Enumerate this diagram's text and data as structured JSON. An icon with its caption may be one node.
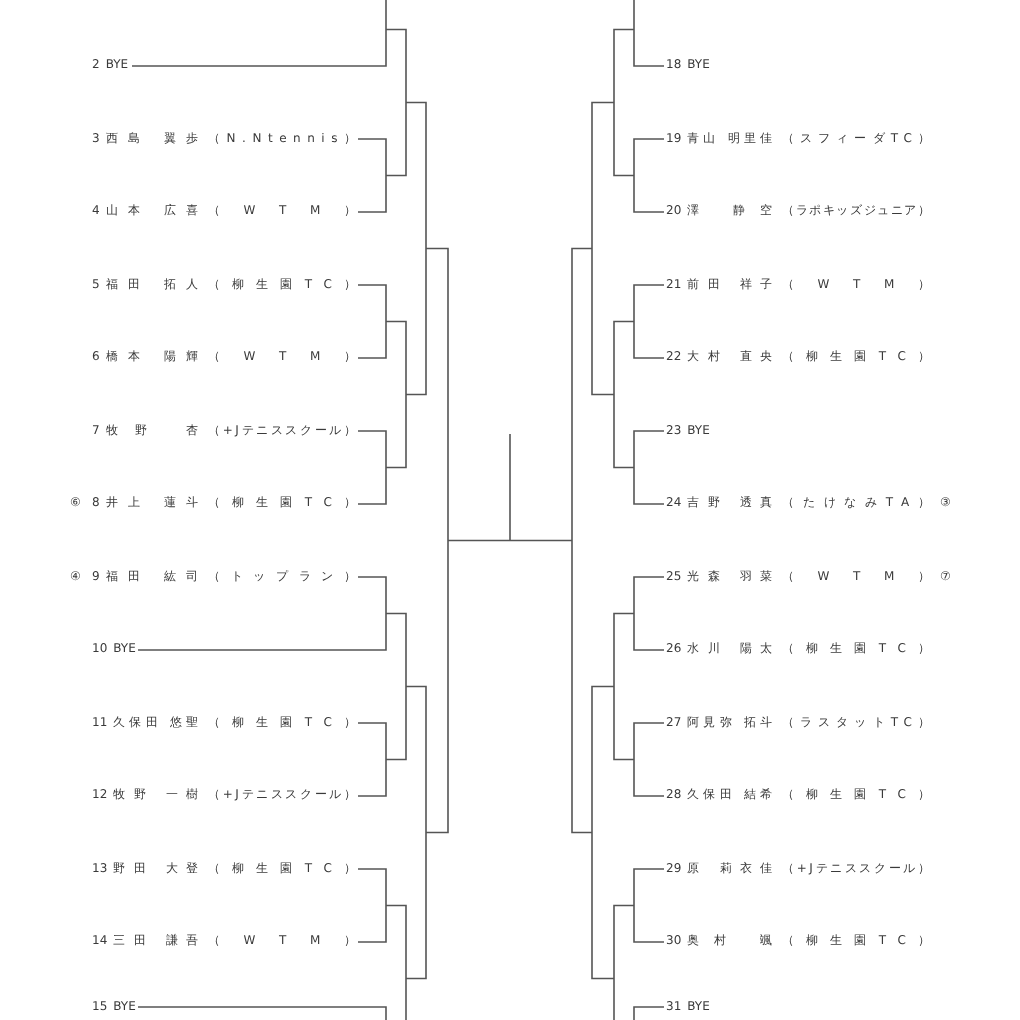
{
  "diagram": {
    "nodes": [
      {
        "text": [
          "2",
          "BYE"
        ]
      },
      {
        "text": [
          "3",
          "西島 翼歩",
          "（N.Ntennis）"
        ]
      },
      {
        "text": [
          "4",
          "山本 広喜",
          "（WTM）"
        ]
      },
      {
        "text": [
          "5",
          "福田 拓人",
          "（柳生園TC）"
        ]
      },
      {
        "text": [
          "6",
          "橋本 陽輝",
          "（WTM）"
        ]
      },
      {
        "text": [
          "7",
          "牧野 杏",
          "（+Jテニススクール）"
        ]
      },
      {
        "text": [
          "8",
          "井上 蓮斗",
          "（柳生園TC）"
        ],
        "beside": [
          "⑥"
        ]
      },
      {
        "text": [
          "9",
          "福田 紘司",
          "（トップラン）"
        ],
        "beside": [
          "④"
        ]
      },
      {
        "text": [
          "10",
          "BYE"
        ]
      },
      {
        "text": [
          "11",
          "久保田 悠聖",
          "（柳生園TC）"
        ]
      },
      {
        "text": [
          "12",
          "牧野 一樹",
          "（+Jテニススクール）"
        ]
      },
      {
        "text": [
          "13",
          "野田 大登",
          "（柳生園TC）"
        ]
      },
      {
        "text": [
          "14",
          "三田 謙吾",
          "（WTM）"
        ]
      },
      {
        "text": [
          "15",
          "BYE"
        ]
      },
      {
        "text": [
          "18",
          "BYE"
        ]
      },
      {
        "text": [
          "19",
          "青山 明里佳",
          "（スフィーダTC）"
        ]
      },
      {
        "text": [
          "20",
          "澤 静空",
          "（ラポキッズジュニア）"
        ]
      },
      {
        "text": [
          "21",
          "前田 祥子",
          "（WTM）"
        ]
      },
      {
        "text": [
          "22",
          "大村 直央",
          "（柳生園TC）"
        ]
      },
      {
        "text": [
          "23",
          "BYE"
        ]
      },
      {
        "text": [
          "24",
          "吉野 透真",
          "（たけなみTA）"
        ],
        "beside": [
          "③"
        ]
      },
      {
        "text": [
          "25",
          "光森 羽菜",
          "（WTM）"
        ],
        "beside": [
          "⑦"
        ]
      },
      {
        "text": [
          "26",
          "水川 陽太",
          "（柳生園TC）"
        ]
      },
      {
        "text": [
          "27",
          "阿見弥 拓斗",
          "（ラスタットTC）"
        ]
      },
      {
        "text": [
          "28",
          "久保田 結希",
          "（柳生園TC）"
        ]
      },
      {
        "text": [
          "29",
          "原 莉衣佳",
          "（+Jテニススクール）"
        ]
      },
      {
        "text": [
          "30",
          "奥村 颯",
          "（柳生園TC）"
        ]
      },
      {
        "text": [
          "31",
          "BYE"
        ]
      }
    ],
    "edges": [
      {
        "from": null,
        "to": 0,
        "arrow": "none"
      },
      {
        "from": 1,
        "to": 2,
        "arrow": "none"
      },
      {
        "from": 3,
        "to": 4,
        "arrow": "none"
      },
      {
        "from": 5,
        "to": 6,
        "arrow": "none"
      },
      {
        "from": 7,
        "to": 8,
        "arrow": "none"
      },
      {
        "from": 9,
        "to": 10,
        "arrow": "none"
      },
      {
        "from": 11,
        "to": 12,
        "arrow": "none"
      },
      {
        "from": 13,
        "to": null,
        "arrow": "none"
      },
      {
        "from": null,
        "to": 14,
        "arrow": "none"
      },
      {
        "from": 15,
        "to": 16,
        "arrow": "none"
      },
      {
        "from": 17,
        "to": 18,
        "arrow": "none"
      },
      {
        "from": 19,
        "to": 20,
        "arrow": "none"
      },
      {
        "from": 21,
        "to": 22,
        "arrow": "none"
      },
      {
        "from": 23,
        "to": 24,
        "arrow": "none"
      },
      {
        "from": 25,
        "to": 26,
        "arrow": "none"
      },
      {
        "from": 27,
        "to": null,
        "arrow": "none"
      }
    ]
  }
}
